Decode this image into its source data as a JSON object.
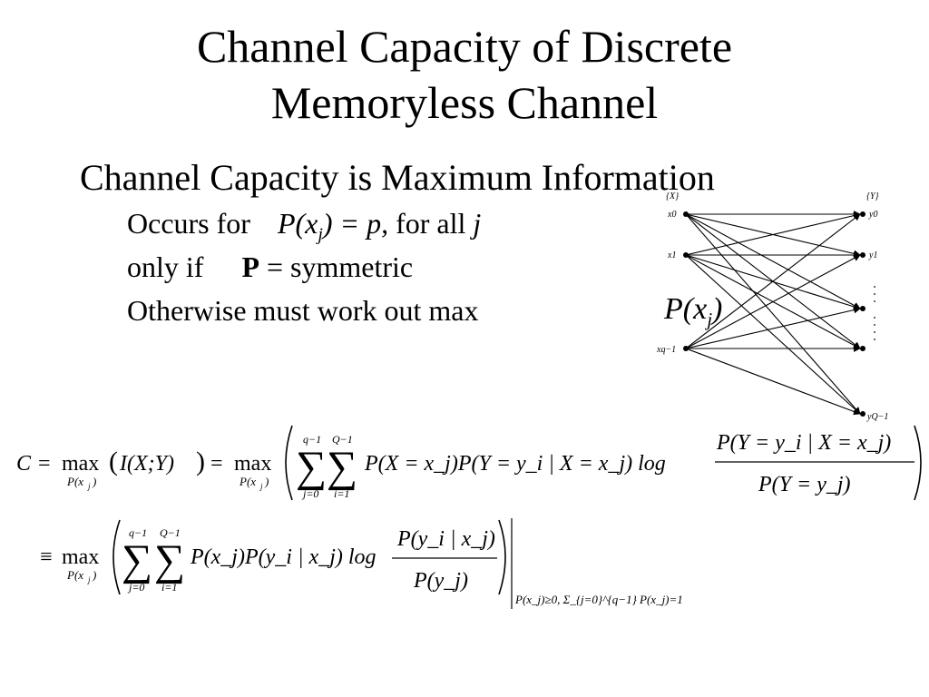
{
  "slide": {
    "title_line1": "Channel Capacity of Discrete",
    "title_line2": "Memoryless Channel",
    "bullet": "Channel Capacity is Maximum Information",
    "line1_prefix": "Occurs for",
    "line1_math_a": "P(x",
    "line1_math_sub": "j",
    "line1_math_b": ") = p,",
    "line1_math_c": "for all",
    "line1_math_d": "j",
    "line2_prefix": "only if",
    "line2_bold": "P",
    "line2_rest": "= symmetric",
    "line3_prefix": "Otherwise must work out max",
    "line3_math_a": "P(x",
    "line3_math_sub": "j",
    "line3_math_b": ")"
  },
  "diagram": {
    "x_set": "{X}",
    "y_set": "{Y}",
    "x_labels": [
      "x0",
      "x1",
      "xq−1"
    ],
    "y_labels": [
      "y0",
      "y1",
      "yQ−1"
    ]
  },
  "equations": {
    "lhs": "C",
    "max": "max",
    "argmax_sub": "P(x_j)",
    "info": "I(X;Y)",
    "sum_j_top": "q−1",
    "sum_j_bot": "j=0",
    "sum_i_top": "Q−1",
    "sum_i_bot": "i=1",
    "term1": "P(X = x_j)P(Y = y_i | X = x_j) log",
    "frac1_num": "P(Y = y_i | X = x_j)",
    "frac1_den": "P(Y = y_j)",
    "equiv": "≡",
    "term2": "P(x_j)P(y_i | x_j) log",
    "frac2_num": "P(y_i | x_j)",
    "frac2_den": "P(y_j)",
    "constraint": "P(x_j)≥0,  Σ_{j=0}^{q−1} P(x_j)=1"
  }
}
